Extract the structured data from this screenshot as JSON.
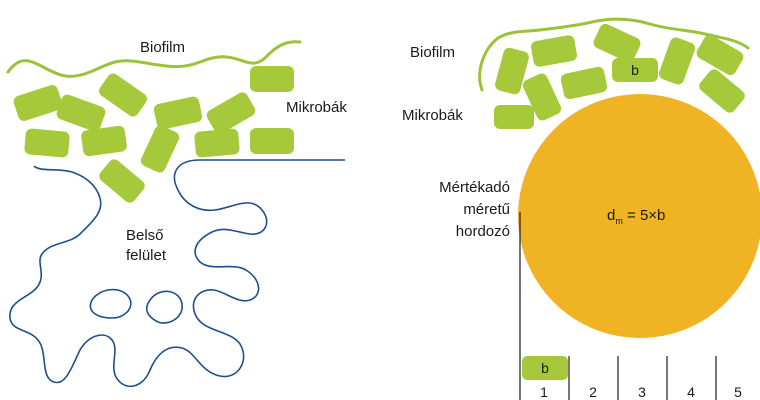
{
  "left_panel": {
    "biofilm_label": "Biofilm",
    "microbes_label": "Mikrobák",
    "inner_surface_label_line1": "Belső",
    "inner_surface_label_line2": "felület"
  },
  "right_panel": {
    "biofilm_label": "Biofilm",
    "microbes_label": "Mikrobák",
    "carrier_label_line1": "Mértékadó",
    "carrier_label_line2": "méretű",
    "carrier_label_line3": "hordozó",
    "cell_label": "b",
    "diameter_label_main": "d",
    "diameter_label_sub": "m",
    "diameter_label_eq": " = 5×b",
    "scale_cell_label": "b",
    "scale_numbers": [
      "1",
      "2",
      "3",
      "4",
      "5"
    ]
  },
  "colors": {
    "microbe_green": "#a5c93a",
    "carrier_orange": "#f0b323",
    "pore_line_blue": "#1f4e8c",
    "biofilm_line_green": "#9cc23a"
  }
}
